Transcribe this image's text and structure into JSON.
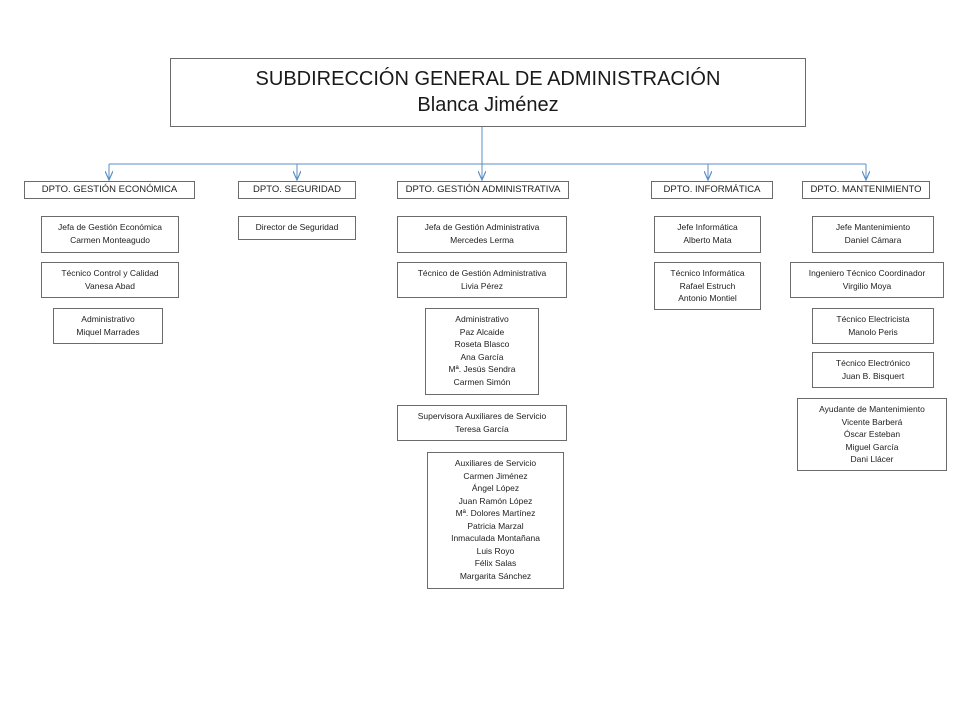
{
  "title": {
    "line1": "SUBDIRECCIÓN GENERAL DE ADMINISTRACIÓN",
    "line2": "Blanca Jiménez"
  },
  "departments": [
    {
      "name": "DPTO. GESTIÓN ECONÓMICA"
    },
    {
      "name": "DPTO.  SEGURIDAD"
    },
    {
      "name": "DPTO.  GESTIÓN ADMINISTRATIVA"
    },
    {
      "name": "DPTO.  INFORMÁTICA"
    },
    {
      "name": "DPTO. MANTENIMIENTO"
    }
  ],
  "economica": [
    {
      "lines": [
        "Jefa de Gestión Económica",
        "Carmen Monteagudo"
      ]
    },
    {
      "lines": [
        "Técnico Control y Calidad",
        "Vanesa Abad"
      ]
    },
    {
      "lines": [
        "Administrativo",
        "Miquel Marrades"
      ]
    }
  ],
  "seguridad": [
    {
      "lines": [
        "Director de Seguridad"
      ]
    }
  ],
  "administrativa": [
    {
      "lines": [
        "Jefa de Gestión Administrativa",
        "Mercedes Lerma"
      ]
    },
    {
      "lines": [
        "Técnico de Gestión Administrativa",
        "Livia Pérez"
      ]
    },
    {
      "lines": [
        "Administrativo",
        "Paz Alcaide",
        "Roseta Blasco",
        "Ana García",
        "Mª. Jesús Sendra",
        "Carmen  Simón"
      ]
    },
    {
      "lines": [
        "Supervisora Auxiliares de Servicio",
        "Teresa García"
      ]
    },
    {
      "lines": [
        "Auxiliares de Servicio",
        "Carmen Jiménez",
        "Ángel López",
        "Juan Ramón López",
        "Mª. Dolores Martínez",
        "Patricia Marzal",
        "Inmaculada Montañana",
        "Luis Royo",
        "Félix Salas",
        "Margarita Sánchez"
      ]
    }
  ],
  "informatica": [
    {
      "lines": [
        "Jefe Informática",
        "Alberto Mata"
      ]
    },
    {
      "lines": [
        "Técnico Informática",
        "Rafael Estruch",
        "Antonio Montiel"
      ]
    }
  ],
  "mantenimiento": [
    {
      "lines": [
        "Jefe Mantenimiento",
        "Daniel Cámara"
      ]
    },
    {
      "lines": [
        "Ingeniero Técnico Coordinador",
        "Virgilio Moya"
      ]
    },
    {
      "lines": [
        "Técnico Electricista",
        "Manolo Peris"
      ]
    },
    {
      "lines": [
        "Técnico Electrónico",
        "Juan B. Bisquert"
      ]
    },
    {
      "lines": [
        "Ayudante de Mantenimiento",
        "Vicente Barberá",
        "Óscar Esteban",
        "Miguel García",
        "Dani Llácer"
      ]
    }
  ],
  "colors": {
    "connector": "#5b8fc7",
    "border": "#6b6b6b"
  }
}
